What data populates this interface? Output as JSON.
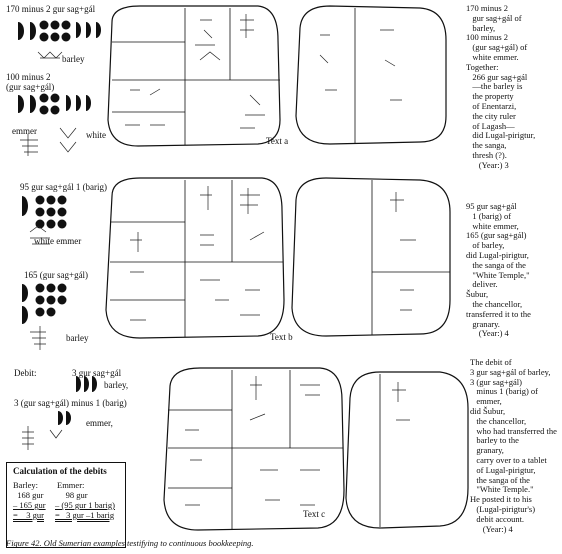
{
  "section_a": {
    "entry1": "170 minus 2 gur sag+gál",
    "barley": "barley",
    "entry2_line1": "100 minus 2",
    "entry2_line2": "(gur sag+gál)",
    "emmer": "emmer",
    "white": "white",
    "text_label": "Text a",
    "right_text": "170 minus 2\n   gur sag+gál of\n   barley,\n100 minus 2\n   (gur sag+gál) of\n   white emmer.\nTogether:\n   266 gur sag+gál\n   —the barley is\n   the property\n   of Enentarzi,\n   the city ruler\n   of Lagash—\n   did Lugal-pirigtur,\n   the sanga,\n   thresh (?).\n      (Year:) 3"
  },
  "section_b": {
    "entry1": "95 gur sag+gál 1 (barig)",
    "white_emmer": "white emmer",
    "entry2": "165 (gur sag+gál)",
    "barley": "barley",
    "text_label": "Text b",
    "right_text": "95 gur sag+gál\n   1 (barig) of\n   white emmer,\n165 (gur sag+gál)\n   of barley,\ndid Lugal-pirigtur,\n   the sanga of the\n   \"White Temple,\"\n   deliver.\nŠubur,\n   the chancellor,\ntransferred it to the\n   granary.\n      (Year:) 4"
  },
  "section_c": {
    "debit": "Debit:",
    "entry1": "3 gur sag+gál",
    "barley": "barley,",
    "entry2": "3 (gur sag+gál) minus 1 (barig)",
    "emmer": "emmer,",
    "text_label": "Text c",
    "right_text": "The debit of\n3 gur sag+gál of barley,\n3 (gur sag+gál)\n   minus 1 (barig) of\n   emmer,\ndid Šubur,\n   the chancellor,\n   who had transferred the\n   barley to the\n   granary,\n   carry over to a tablet\n   of Lugal-pirigtur,\n   the sanga of the\n   \"White Temple.\"\nHe posted it to his\n   (Lugal-pirigtur's)\n   debit account.\n      (Year:) 4"
  },
  "calculation": {
    "title": "Calculation of the debits",
    "barley_head": "Barley:",
    "barley_l1": "  168 gur",
    "barley_l2": "– 165 gur",
    "barley_l3": "=    3 gur",
    "emmer_head": "Emmer:",
    "emmer_l1": "     98 gur",
    "emmer_l2": "– (95 gur 1 barig)",
    "emmer_l3": "=   3 gur –1 barig"
  },
  "caption": "Figure 42. Old Sumerian examples testifying to continuous bookkeeping."
}
